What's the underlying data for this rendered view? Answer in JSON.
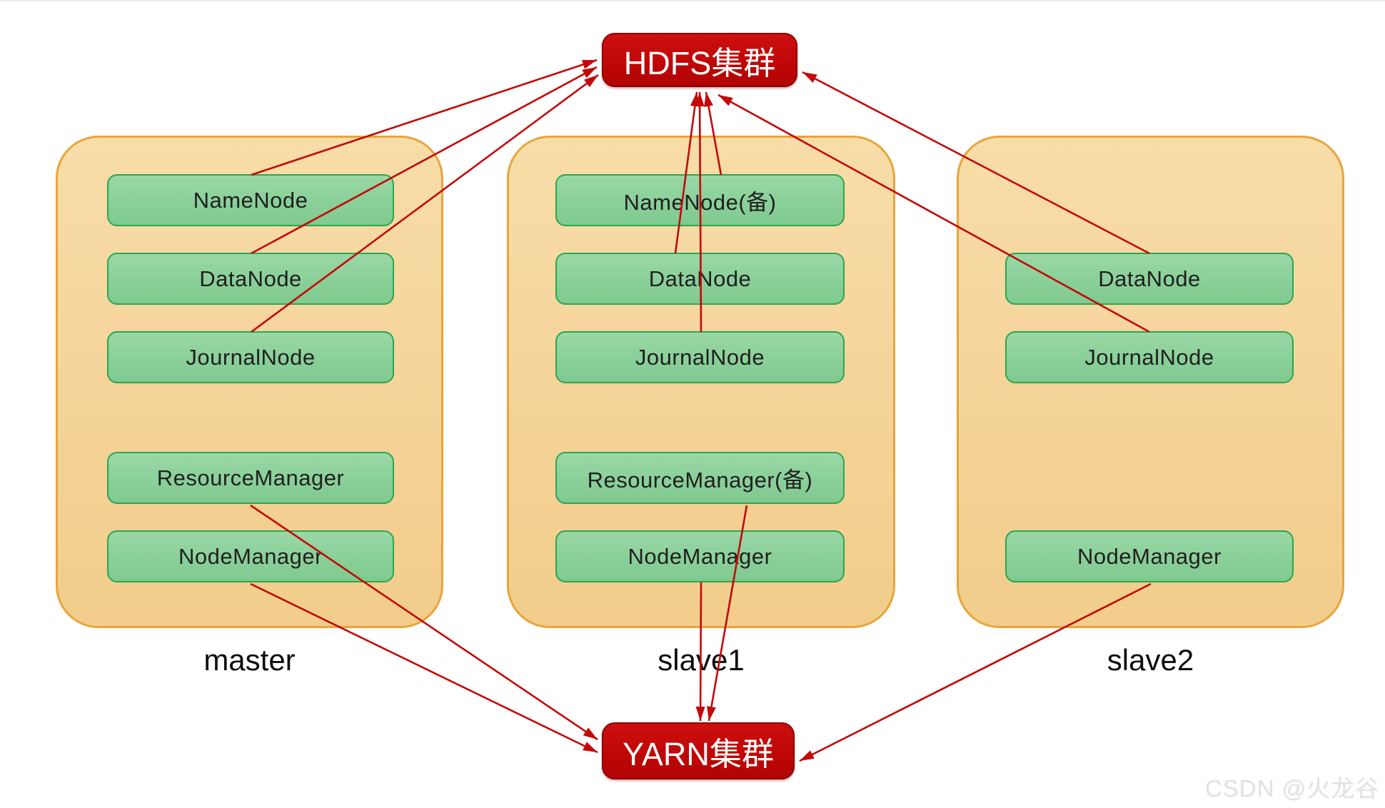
{
  "clusters": {
    "hdfs": {
      "label": "HDFS集群"
    },
    "yarn": {
      "label": "YARN集群"
    }
  },
  "hosts": [
    {
      "name": "master",
      "services": [
        "NameNode",
        "DataNode",
        "JournalNode",
        "ResourceManager",
        "NodeManager"
      ]
    },
    {
      "name": "slave1",
      "services": [
        "NameNode(备)",
        "DataNode",
        "JournalNode",
        "ResourceManager(备)",
        "NodeManager"
      ]
    },
    {
      "name": "slave2",
      "services": [
        "DataNode",
        "JournalNode",
        "NodeManager"
      ]
    }
  ],
  "edges": [
    {
      "from": "master.NameNode",
      "to": "HDFS集群"
    },
    {
      "from": "master.DataNode",
      "to": "HDFS集群"
    },
    {
      "from": "master.JournalNode",
      "to": "HDFS集群"
    },
    {
      "from": "slave1.NameNode(备)",
      "to": "HDFS集群"
    },
    {
      "from": "slave1.DataNode",
      "to": "HDFS集群"
    },
    {
      "from": "slave1.JournalNode",
      "to": "HDFS集群"
    },
    {
      "from": "slave2.DataNode",
      "to": "HDFS集群"
    },
    {
      "from": "slave2.JournalNode",
      "to": "HDFS集群"
    },
    {
      "from": "master.ResourceManager",
      "to": "YARN集群"
    },
    {
      "from": "master.NodeManager",
      "to": "YARN集群"
    },
    {
      "from": "slave1.ResourceManager(备)",
      "to": "YARN集群"
    },
    {
      "from": "slave1.NodeManager",
      "to": "YARN集群"
    },
    {
      "from": "slave2.NodeManager",
      "to": "YARN集群"
    }
  ],
  "watermark": "CSDN @火龙谷",
  "colors": {
    "cluster_red": "#c00606",
    "arrow_red": "#c40808",
    "host_fill": "#f5d59c",
    "host_border": "#e7a53b",
    "service_fill": "#8bd09a",
    "service_border": "#2aa650"
  }
}
